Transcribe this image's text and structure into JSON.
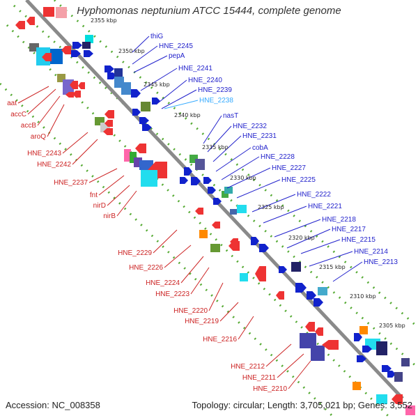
{
  "title": "Hyphomonas neptunium ATCC 15444, complete genome",
  "accession": "Accession: NC_008358",
  "topology": "Topology: circular; Length: 3,705,021 bp; Genes: 3,552",
  "colors": {
    "backbone": "#888888",
    "forward_label": "#2222cc",
    "highlight_label": "#33aaff",
    "reverse_label": "#cc2222",
    "tick_dots": "#55aa33"
  },
  "ticks": [
    "2355 kbp",
    "2350 kbp",
    "2345 kbp",
    "2340 kbp",
    "2335 kbp",
    "2330 kbp",
    "2325 kbp",
    "2320 kbp",
    "2315 kbp",
    "2310 kbp",
    "2305 kbp"
  ],
  "forward_labels": [
    "thiG",
    "HNE_2245",
    "pepA",
    "HNE_2241",
    "HNE_2240",
    "HNE_2239",
    "HNE_2238",
    "nasT",
    "HNE_2232",
    "HNE_2231",
    "cobA",
    "HNE_2228",
    "HNE_2227",
    "HNE_2225",
    "HNE_2222",
    "HNE_2221",
    "HNE_2218",
    "HNE_2217",
    "HNE_2215",
    "HNE_2214",
    "HNE_2213"
  ],
  "reverse_labels": [
    "aat",
    "accC",
    "accB",
    "aroQ",
    "HNE_2243",
    "HNE_2242",
    "HNE_2237",
    "fnt",
    "nirD",
    "nirB",
    "HNE_2229",
    "HNE_2226",
    "HNE_2224",
    "HNE_2223",
    "HNE_2220",
    "HNE_2219",
    "HNE_2216",
    "HNE_2212",
    "HNE_2211",
    "HNE_2210"
  ]
}
